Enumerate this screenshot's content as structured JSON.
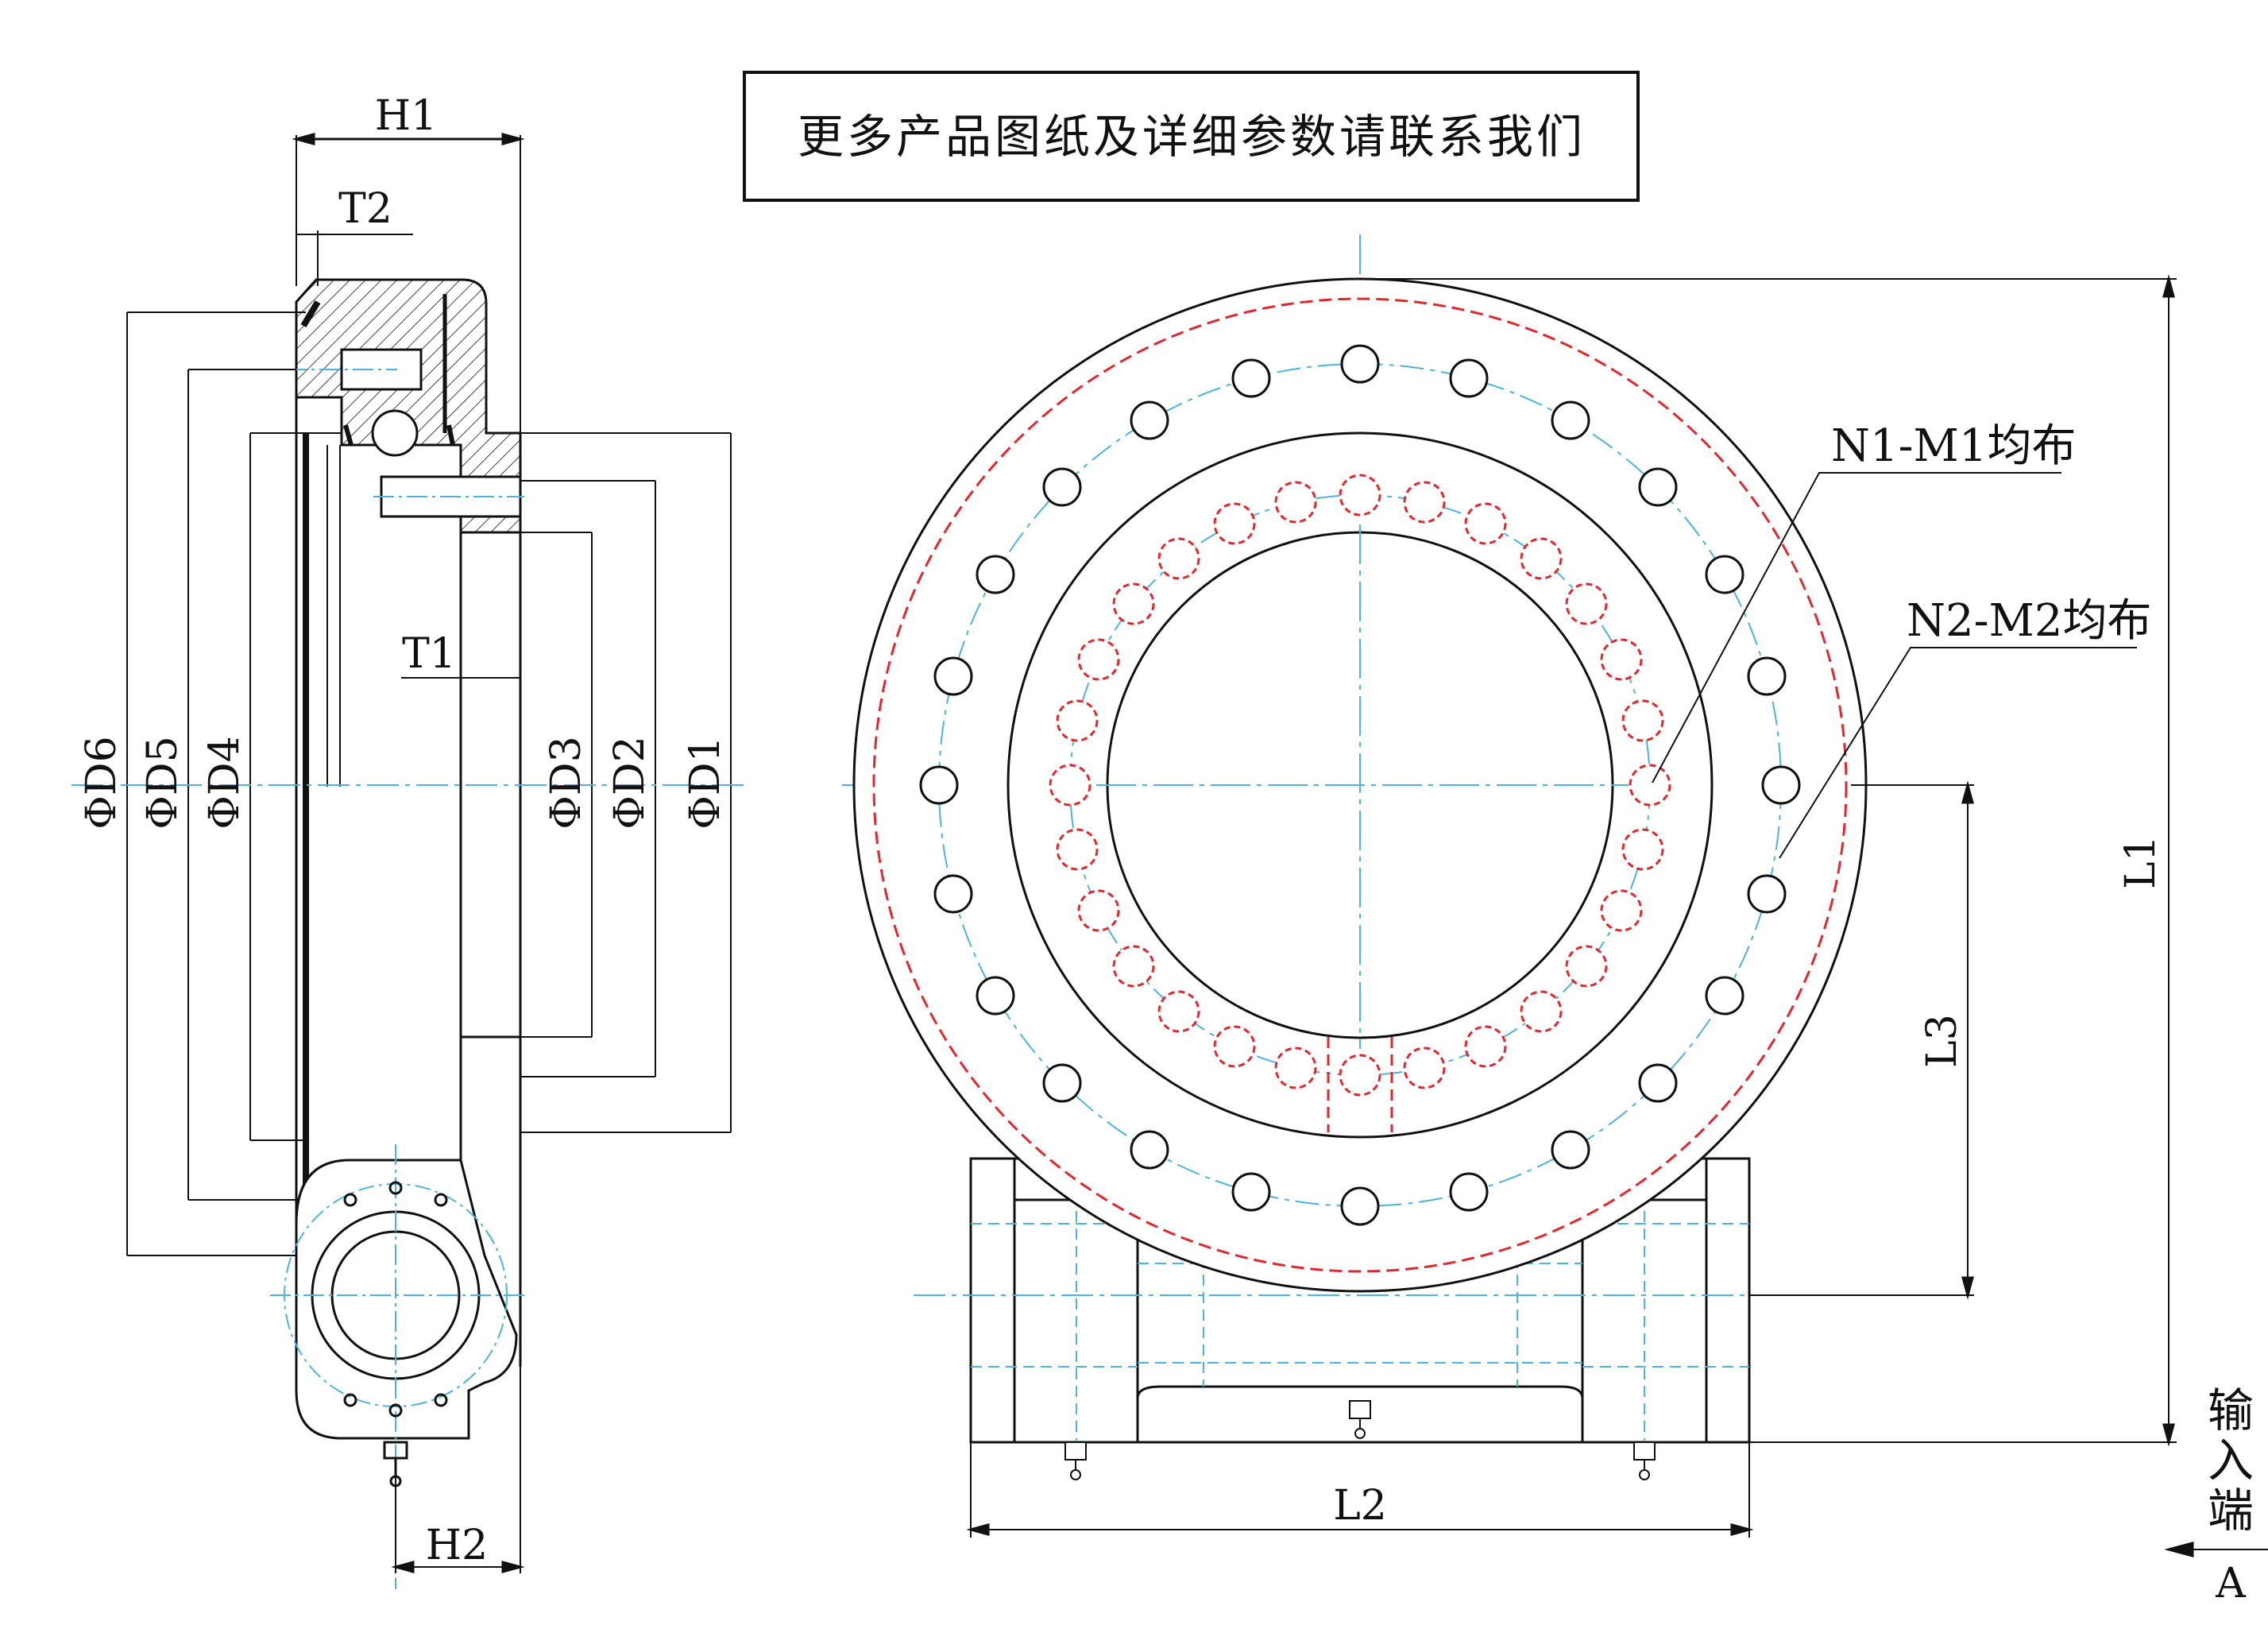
{
  "banner": {
    "text": "更多产品图纸及详细参数请联系我们"
  },
  "side_view": {
    "dims": {
      "h1": "H1",
      "t2": "T2",
      "t1": "T1",
      "h2": "H2",
      "d6": "ΦD6",
      "d5": "ΦD5",
      "d4": "ΦD4",
      "d3": "ΦD3",
      "d2": "ΦD2",
      "d1": "ΦD1"
    }
  },
  "front_view": {
    "dims": {
      "l1": "L1",
      "l2": "L2",
      "l3": "L3"
    },
    "callouts": {
      "outer_holes": "N1-M1均布",
      "inner_holes": "N2-M2均布"
    },
    "input_label": [
      "输",
      "入",
      "端"
    ],
    "view_label": "A"
  },
  "colors": {
    "line": "#111111",
    "centerline": "#4fb3d9",
    "hidden": "#e0282f",
    "hatch": "#444444"
  }
}
